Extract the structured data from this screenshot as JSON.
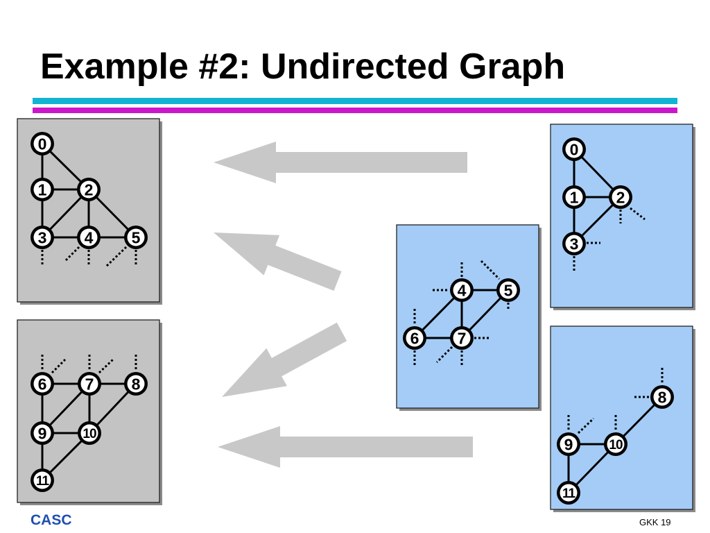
{
  "slide": {
    "title": "Example #2: Undirected Graph",
    "footer_left": "CASC",
    "footer_right": "GKK 19"
  },
  "colors": {
    "gray_panel": "#c3c3c3",
    "blue_panel": "#a4ccf6",
    "arrow": "#c8c8c8",
    "rule_cyan": "#12b4d4",
    "rule_magenta": "#cc16cc"
  },
  "panels": [
    {
      "id": "merged-top",
      "color": "gray",
      "nodes": [
        "0",
        "1",
        "2",
        "3",
        "4",
        "5"
      ],
      "edges": [
        [
          "0",
          "1"
        ],
        [
          "0",
          "2"
        ],
        [
          "1",
          "2"
        ],
        [
          "1",
          "3"
        ],
        [
          "2",
          "3"
        ],
        [
          "2",
          "4"
        ],
        [
          "2",
          "5"
        ],
        [
          "3",
          "4"
        ],
        [
          "4",
          "5"
        ]
      ]
    },
    {
      "id": "merged-bottom",
      "color": "gray",
      "nodes": [
        "6",
        "7",
        "8",
        "9",
        "10",
        "11"
      ],
      "edges": [
        [
          "6",
          "7"
        ],
        [
          "7",
          "8"
        ],
        [
          "6",
          "9"
        ],
        [
          "7",
          "9"
        ],
        [
          "7",
          "10"
        ],
        [
          "8",
          "10"
        ],
        [
          "9",
          "10"
        ],
        [
          "9",
          "11"
        ],
        [
          "10",
          "11"
        ]
      ]
    },
    {
      "id": "part-a",
      "color": "blue",
      "nodes": [
        "0",
        "1",
        "2",
        "3"
      ],
      "edges": [
        [
          "0",
          "1"
        ],
        [
          "0",
          "2"
        ],
        [
          "1",
          "2"
        ],
        [
          "1",
          "3"
        ],
        [
          "2",
          "3"
        ]
      ]
    },
    {
      "id": "part-b",
      "color": "blue",
      "nodes": [
        "4",
        "5",
        "6",
        "7"
      ],
      "edges": [
        [
          "4",
          "5"
        ],
        [
          "4",
          "6"
        ],
        [
          "4",
          "7"
        ],
        [
          "5",
          "7"
        ],
        [
          "6",
          "7"
        ]
      ]
    },
    {
      "id": "part-c",
      "color": "blue",
      "nodes": [
        "8",
        "9",
        "10",
        "11"
      ],
      "edges": [
        [
          "8",
          "10"
        ],
        [
          "9",
          "10"
        ],
        [
          "9",
          "11"
        ],
        [
          "10",
          "11"
        ]
      ]
    }
  ]
}
